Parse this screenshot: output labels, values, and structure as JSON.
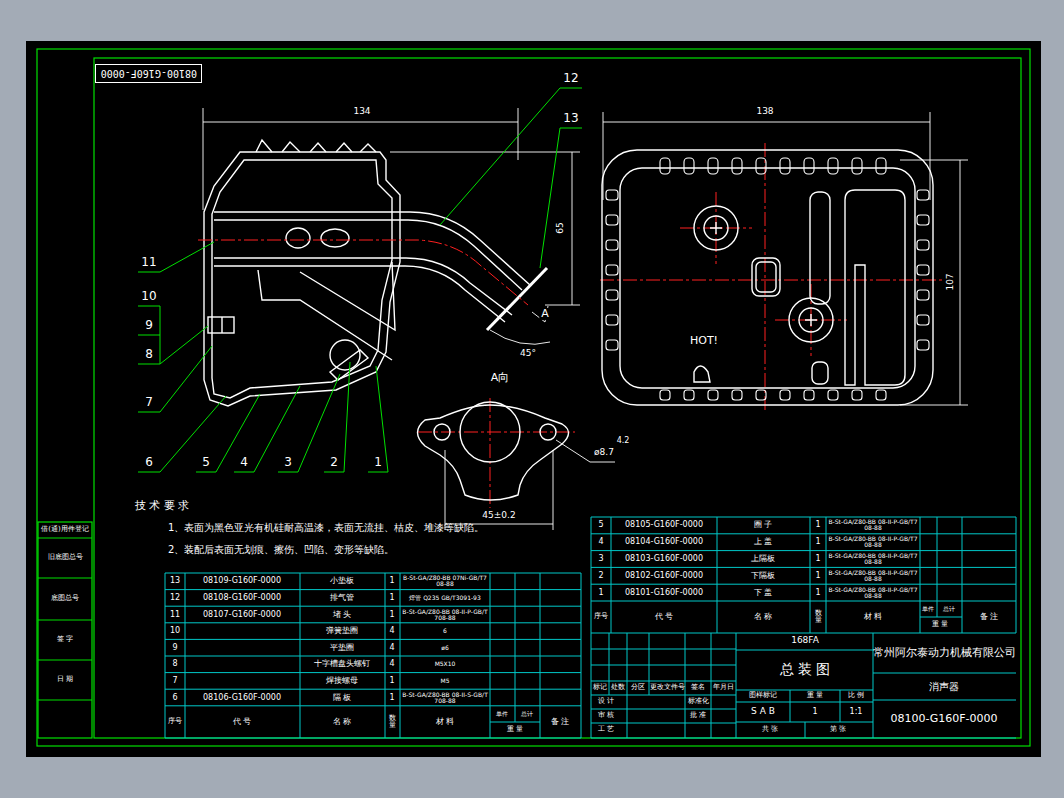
{
  "diagram": {
    "nodes": [
      {
        "text": [
          "08100-G160F-0000"
        ]
      }
    ],
    "labels": [
      "134",
      "138",
      "65",
      "107",
      "45°",
      "A",
      "A向",
      "ø8.7",
      "4.2",
      "45±0.2",
      "HOT!",
      "12",
      "13",
      "11",
      "10",
      "9",
      "8",
      "7",
      "6",
      "5",
      "4",
      "3",
      "2",
      "1",
      "技 术 要 求",
      "1、表面为黑色亚光有机硅耐高温漆，表面无流挂、桔皮、堆漆等缺陷。",
      "2、装配后表面无划痕、擦伤、凹陷、变形等缺陷。",
      "13",
      "08109-G160F-0000",
      "小垫板",
      "1",
      "B-St-GA/Z80-BB 07Ni-GB/T708-88",
      "12",
      "08108-G160F-0000",
      "排气管",
      "1",
      "焊管 Q235 GB/T3091-93",
      "11",
      "08107-G160F-0000",
      "堵 头",
      "1",
      "B-St-GA/Z80-BB 08-II-P-GB/T708-88",
      "10",
      "弹簧垫圈",
      "4",
      "6",
      "9",
      "平垫圈",
      "4",
      "ø6",
      "8",
      "十字槽盘头螺钉",
      "4",
      "M5X10",
      "7",
      "焊接螺母",
      "1",
      "M5",
      "6",
      "08106-G160F-0000",
      "隔 板",
      "1",
      "B-St-GA/Z80-BB 08-II-S-GB/T708-88",
      "序号",
      "代 号",
      "名 称",
      "数量",
      "材 料",
      "单件",
      "总计",
      "重 量",
      "备 注",
      "5",
      "08105-G160F-0000",
      "圈 子",
      "1",
      "B-St-GA/Z80-BB 08-II-P-GB/T708-88",
      "4",
      "08104-G160F-0000",
      "上 盖",
      "1",
      "B-St-GA/Z80-BB 08-II-P-GB/T708-88",
      "3",
      "08103-G160F-0000",
      "上隔板",
      "1",
      "B-St-GA/Z80-BB 08-II-P-GB/T708-88",
      "2",
      "08102-G160F-0000",
      "下隔板",
      "1",
      "B-St-GA/Z80-BB 08-II-P-GB/T708-88",
      "1",
      "08101-G160F-0000",
      "下 盖",
      "1",
      "B-St-GA/Z80-BB 08-II-P-GB/T708-88",
      "序号",
      "代 号",
      "名 称",
      "数量",
      "材 料",
      "单件",
      "总计",
      "重 量",
      "备 注",
      "168FA",
      "总 装 图",
      "常州阿尔泰动力机械有限公司",
      "消声器",
      "08100-G160F-0000",
      "S A B",
      "1",
      "1:1",
      "图样标记",
      "重 量",
      "比 例",
      "标记",
      "处数",
      "分区",
      "更改文件号",
      "签名",
      "年月日",
      "设 计",
      "标准化",
      "审 核",
      "批 准",
      "工 艺",
      "共 张",
      "第 张",
      "借(通)用件登记",
      "旧底图总号",
      "底图总号",
      "签 字",
      "日 期"
    ]
  }
}
